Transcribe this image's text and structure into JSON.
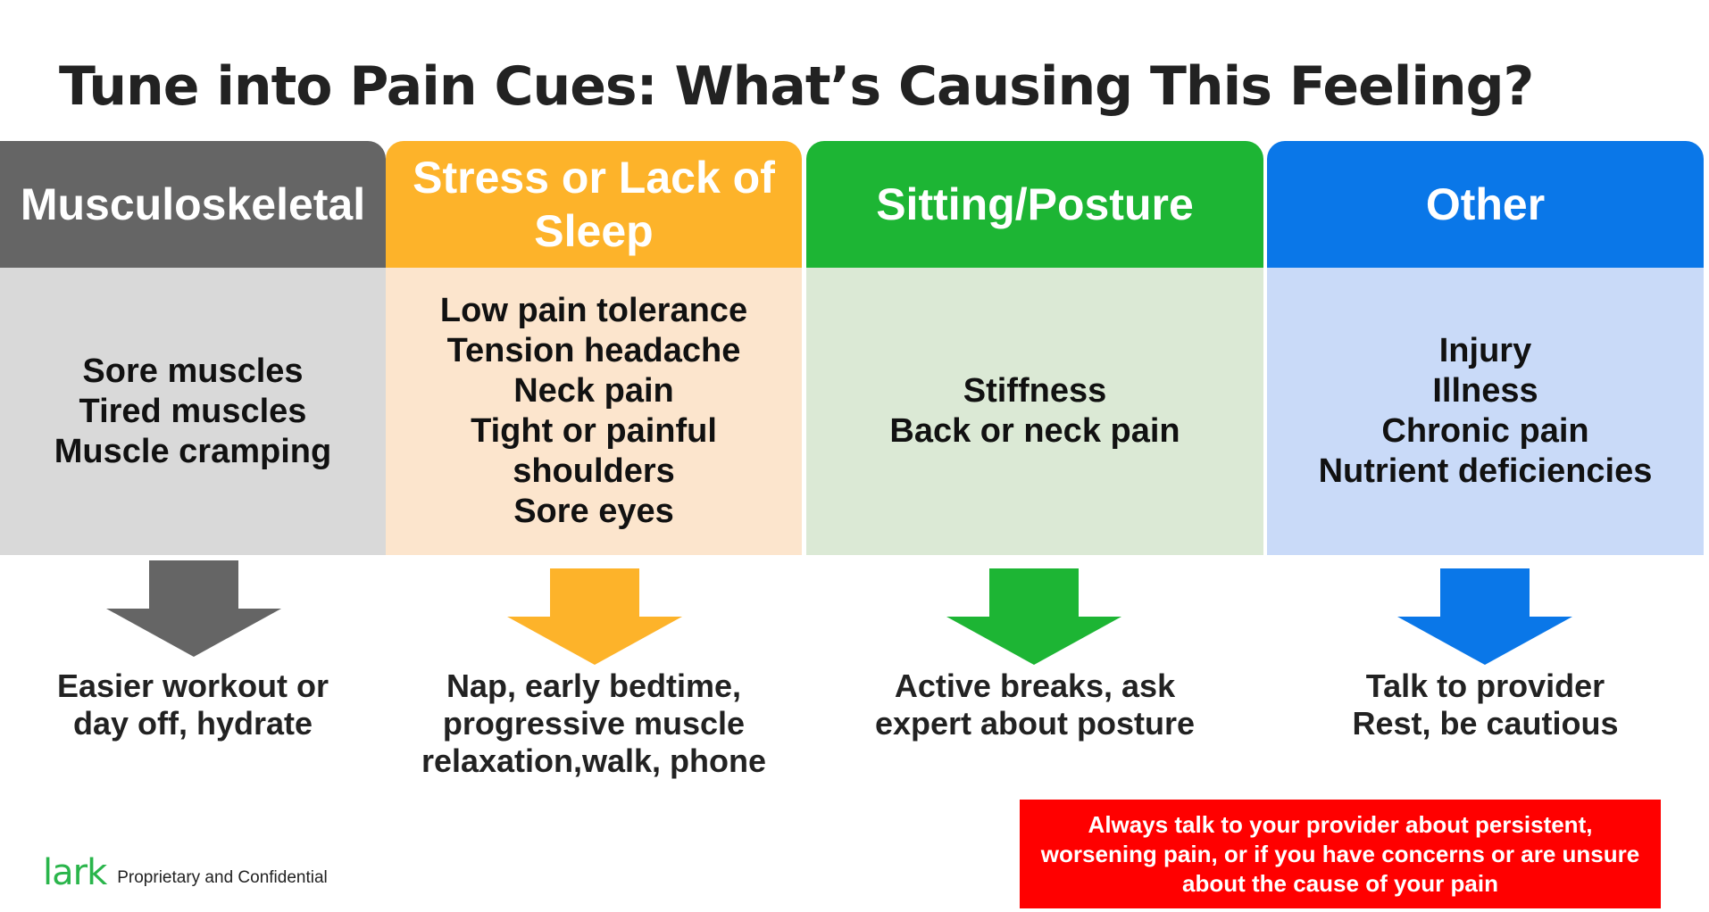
{
  "title": "Tune into Pain Cues: What’s Causing This Feeling?",
  "columns": [
    {
      "header": "Musculoskeletal",
      "header_color": "#656565",
      "body_color": "#d9d9d9",
      "arrow_color": "#656565",
      "symptoms": [
        "Sore muscles",
        "Tired muscles",
        "Muscle cramping"
      ],
      "action_lines": [
        "Easier workout or",
        "day off, hydrate"
      ]
    },
    {
      "header": "Stress or Lack of Sleep",
      "header_color": "#fdb32a",
      "body_color": "#fce5cd",
      "arrow_color": "#fdb32a",
      "symptoms": [
        "Low pain tolerance",
        "Tension headache",
        "Neck pain",
        "Tight or painful",
        "shoulders",
        "Sore eyes"
      ],
      "action_lines": [
        "Nap, early bedtime,",
        "progressive muscle",
        "relaxation,walk, phone"
      ]
    },
    {
      "header": "Sitting/Posture",
      "header_color": "#1db534",
      "body_color": "#dbe9d5",
      "arrow_color": "#1db534",
      "symptoms": [
        "Stiffness",
        "Back or neck pain"
      ],
      "action_lines": [
        "Active breaks, ask",
        "expert about posture"
      ]
    },
    {
      "header": "Other",
      "header_color": "#0a77e8",
      "body_color": "#c9daf8",
      "arrow_color": "#0a77e8",
      "symptoms": [
        "Injury",
        "Illness",
        "Chronic pain",
        "Nutrient deficiencies"
      ],
      "action_lines": [
        "Talk to provider",
        "Rest, be cautious"
      ]
    }
  ],
  "warning": "Always talk to your provider about persistent, worsening pain, or if you have concerns or are unsure about the cause of your pain",
  "warning_color": "#ff0000",
  "footer": {
    "logo": "lark",
    "text": "Proprietary and Confidential",
    "logo_color": "#2ab54b"
  }
}
